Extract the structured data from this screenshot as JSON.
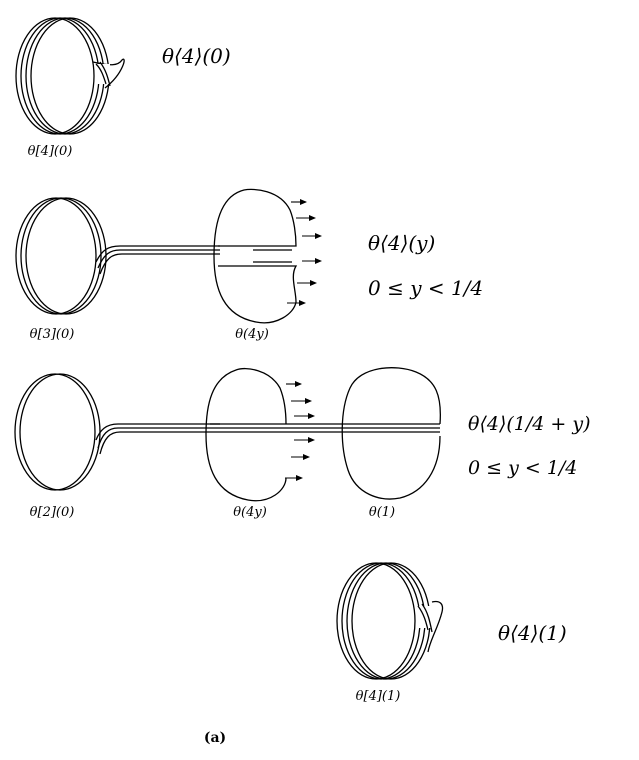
{
  "rows": [
    {
      "main_label": "θ⟨4⟩(0)",
      "sub_labels": [
        "θ[4](0)"
      ]
    },
    {
      "main_label": "θ⟨4⟩(y)",
      "condition": "0 ≤ y < 1/4",
      "sub_labels": [
        "θ[3](0)",
        "θ(4y)"
      ]
    },
    {
      "main_label": "θ⟨4⟩(1/4 + y)",
      "condition": "0 ≤ y < 1/4",
      "sub_labels": [
        "θ[2](0)",
        "θ(4y)",
        "θ(1)"
      ]
    },
    {
      "main_label": "θ⟨4⟩(1)",
      "sub_labels": [
        "θ[4](1)"
      ]
    }
  ],
  "caption": "(a)"
}
